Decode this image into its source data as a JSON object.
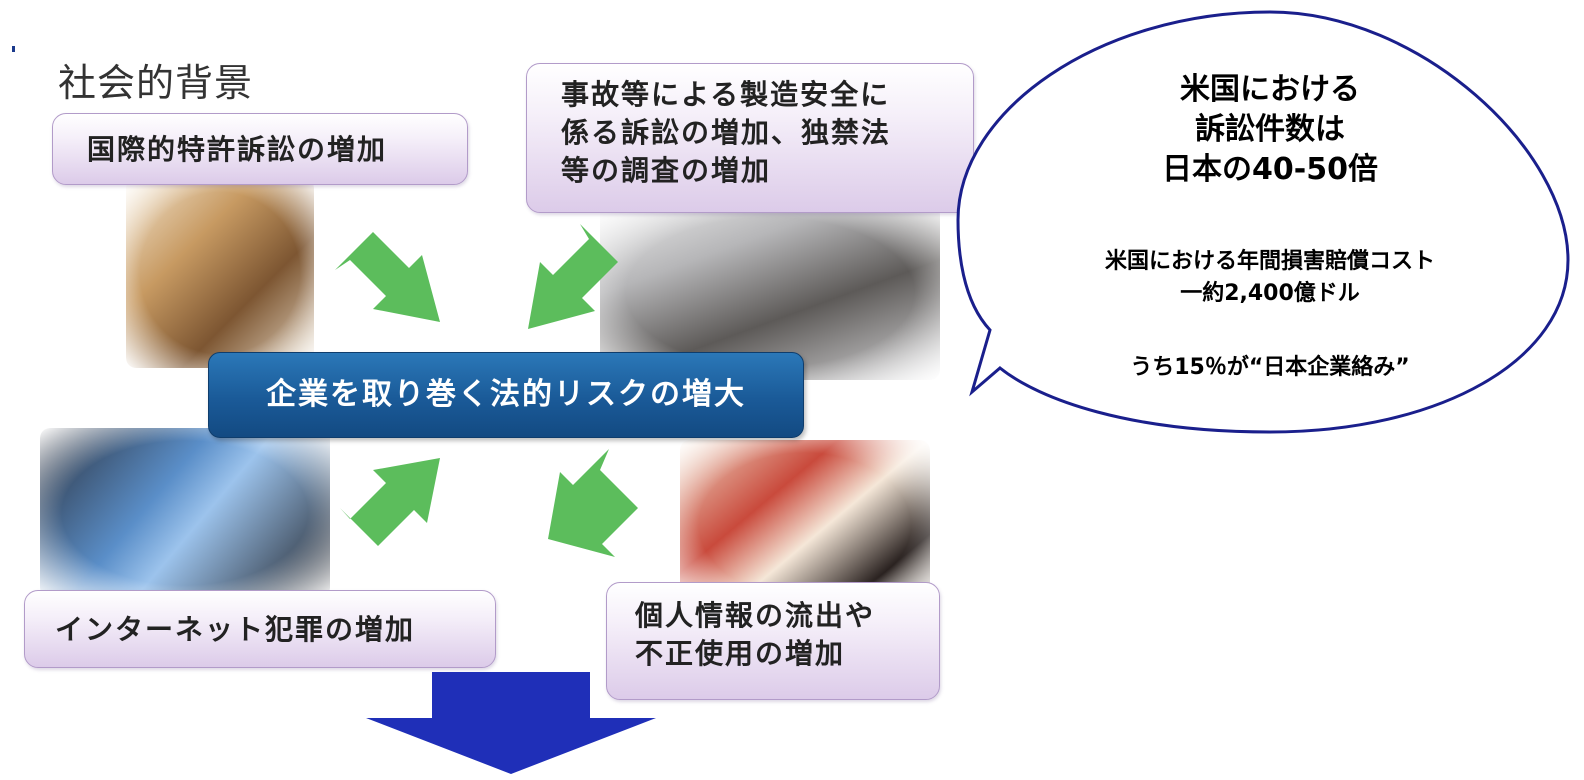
{
  "title": "社会的背景",
  "boxes": {
    "top_left": "国際的特許訴訟の増加",
    "top_right": "事故等による製造安全に\n係る訴訟の増加、独禁法\n等の調査の増加",
    "bottom_left": "インターネット犯罪の増加",
    "bottom_right": "個人情報の流出や\n不正使用の増加"
  },
  "center": "企業を取り巻く法的リスクの増大",
  "bubble": {
    "line1": "米国における",
    "line2": "訴訟件数は",
    "line3": "日本の40-50倍",
    "cost_line1": "米国における年間損害賠償コスト",
    "cost_line2": "一約2,400億ドル",
    "share": "うち15％が“日本企業絡み”"
  },
  "colors": {
    "arrow_green": "#5cbd5c",
    "center_blue": "#1a5a98",
    "box_lavender": "#dccbe9",
    "down_arrow_blue": "#1f2fb8",
    "bubble_border": "#1a1f8c"
  },
  "icons": {
    "arrows": "green-diagonal-arrow",
    "down": "blue-down-arrow"
  }
}
